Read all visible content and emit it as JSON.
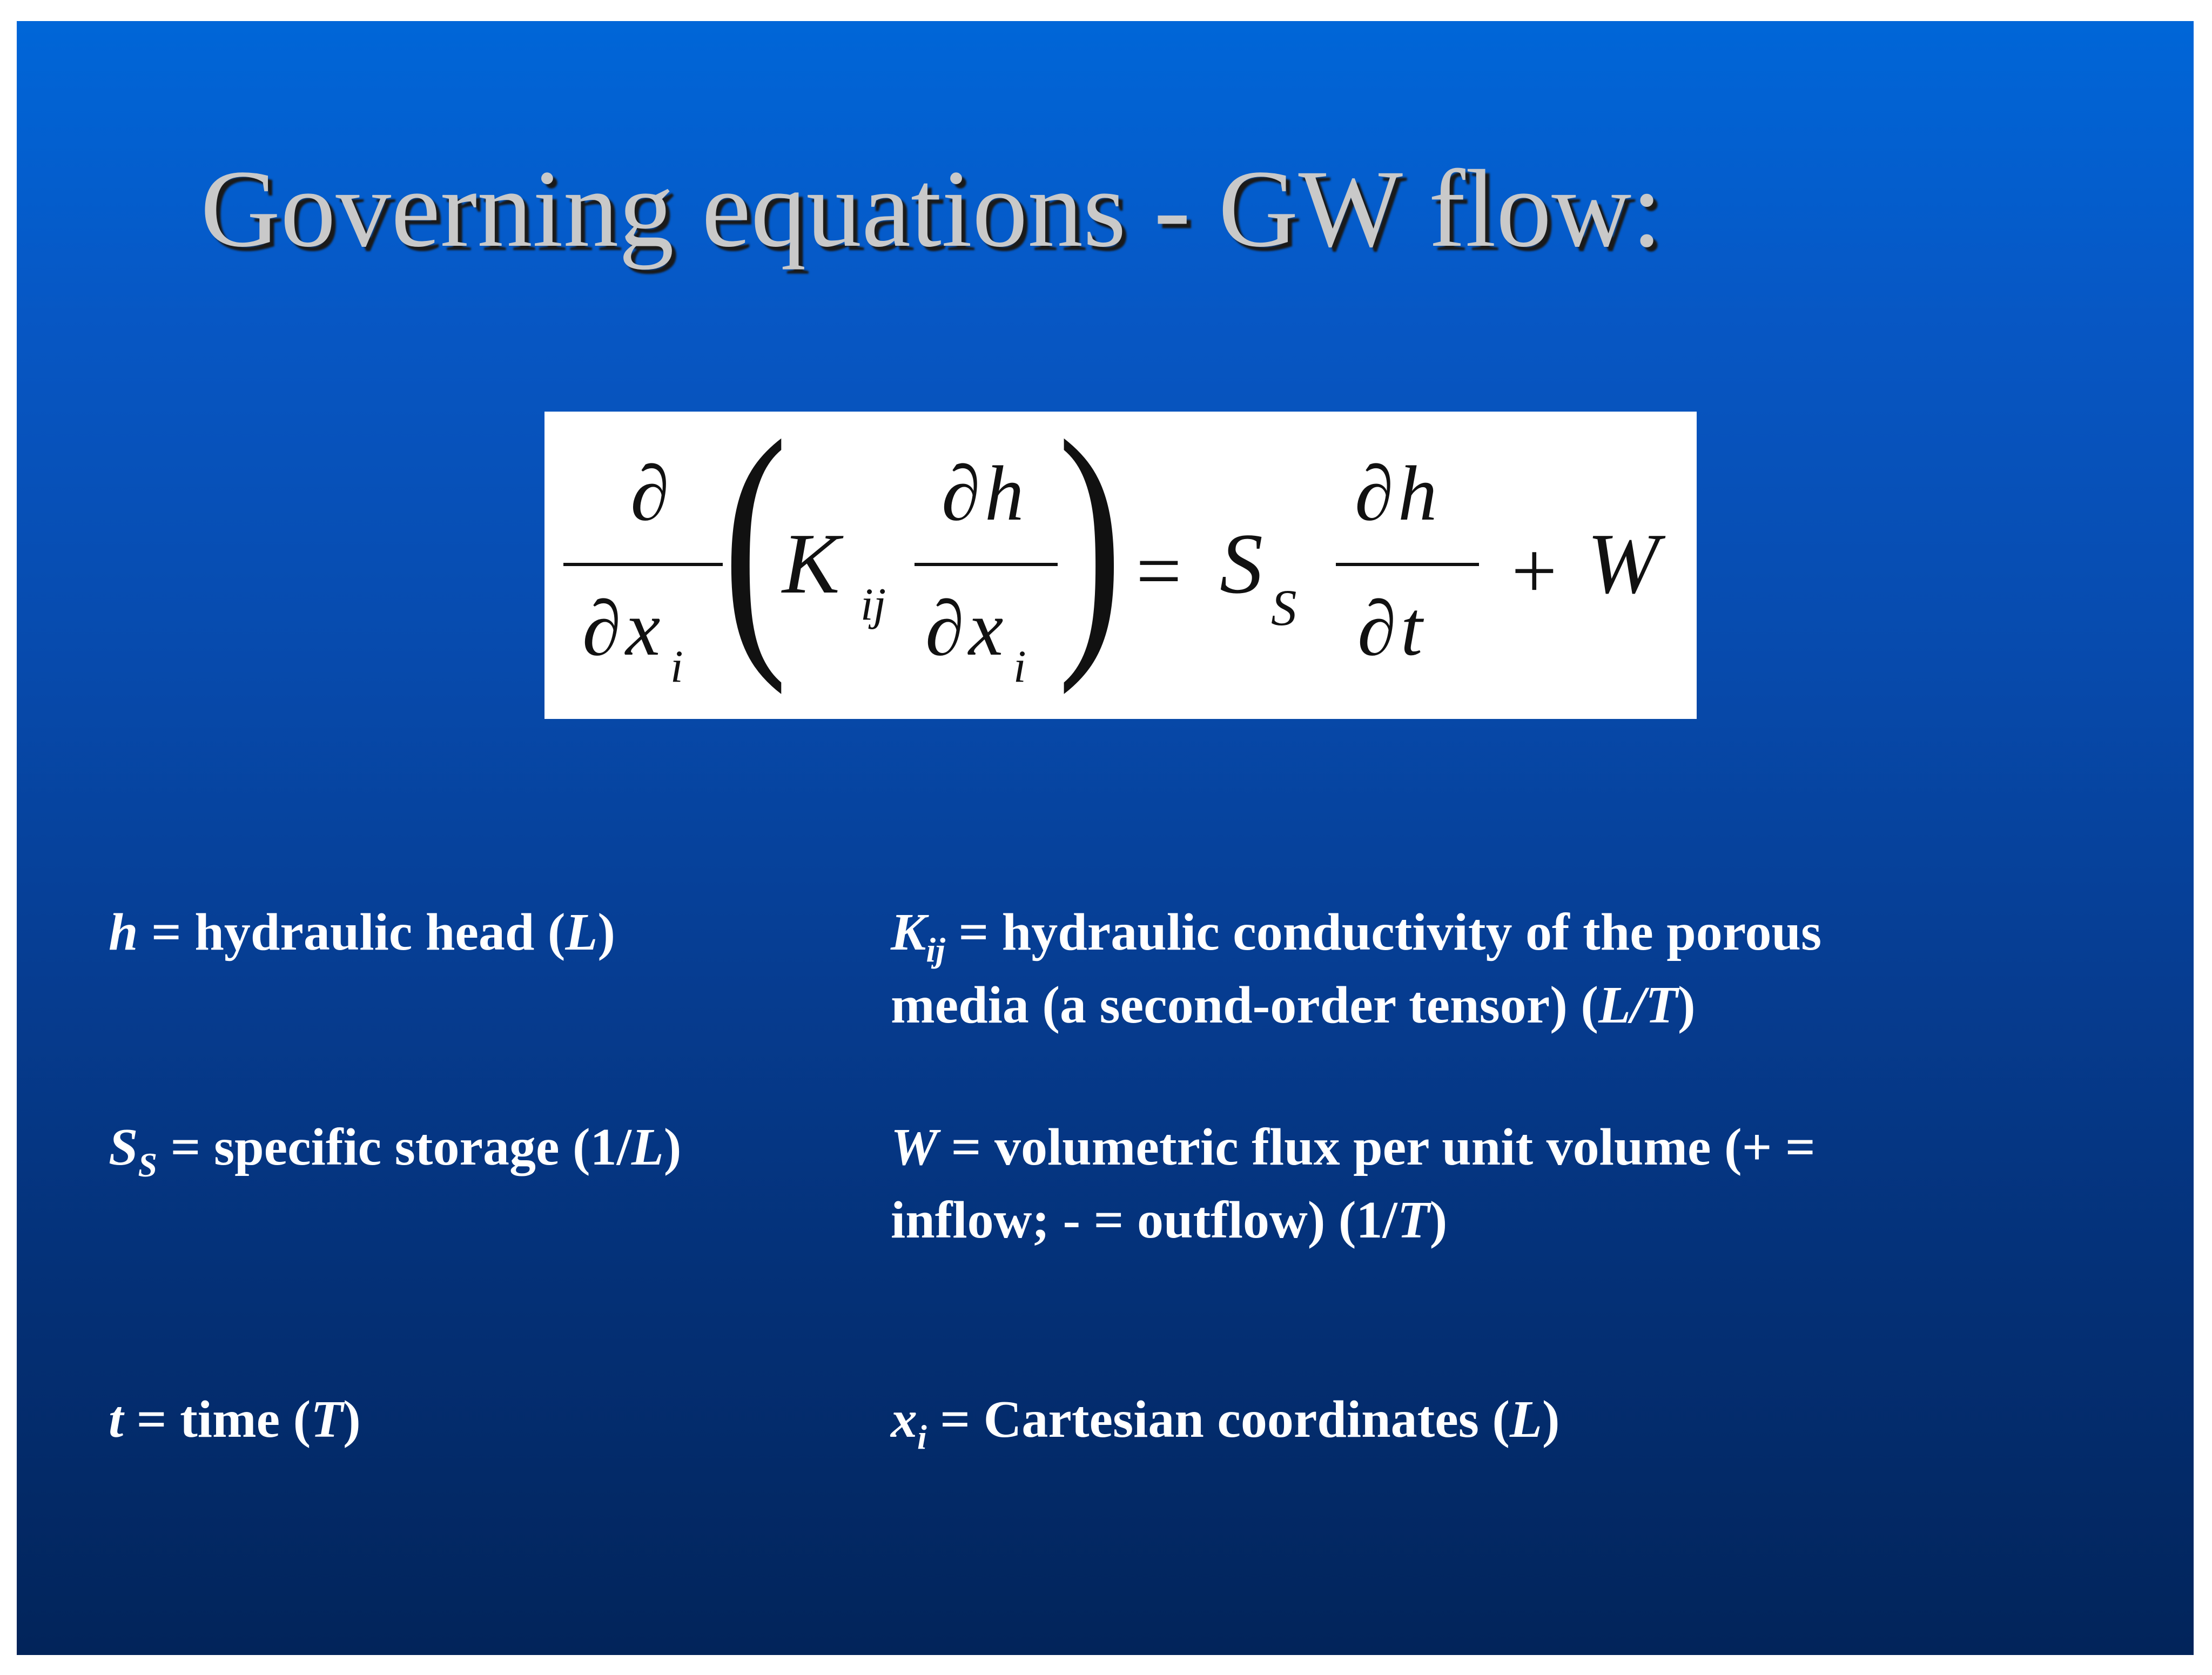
{
  "title": "Governing equations - GW flow:",
  "equation": {
    "partial": "∂",
    "x": "x",
    "i": "i",
    "K": "K",
    "ij": "ij",
    "h": "h",
    "equals": "=",
    "S": "S",
    "s_sub": "S",
    "t": "t",
    "plus": "+",
    "W": "W",
    "lparen": "(",
    "rparen": ")"
  },
  "definitions": {
    "h": {
      "symbol": "h",
      "text": " = hydraulic head (",
      "unit": "L",
      "close": ")"
    },
    "k": {
      "symbol": "K",
      "sub": "ij",
      "line1": " = hydraulic conductivity of the porous",
      "line2": "media (a second-order tensor) (",
      "unit": "L/T",
      "close": ")"
    },
    "s": {
      "symbol": "S",
      "sub": "S",
      "text": " = specific storage (1/",
      "unit": "L",
      "close": ")"
    },
    "w": {
      "symbol": "W",
      "line1": " = volumetric flux per unit volume (+ =",
      "line2": "inflow; - = outflow) (1/",
      "unit": "T",
      "close": ")"
    },
    "t": {
      "symbol": "t",
      "text": " = time (",
      "unit": "T",
      "close": ")"
    },
    "x": {
      "symbol": "x",
      "sub": "i",
      "text": " = Cartesian coordinates (",
      "unit": "L",
      "close": ")"
    }
  }
}
